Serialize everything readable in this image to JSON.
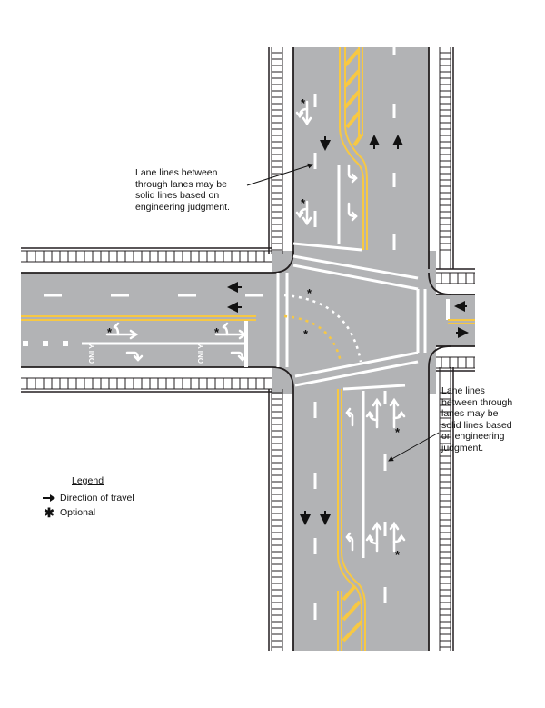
{
  "diagram": {
    "title": "Intersection lane-use pavement markings",
    "notes": {
      "top_left": "Lane lines between\nthrough lanes may be\nsolid lines based on\nengineering judgment.",
      "bottom_right": "Lane lines\nbetween through\nlanes may be\nsolid lines based\non engineering\njudgment."
    },
    "legend": {
      "title": "Legend",
      "items": [
        {
          "symbol": "arrow-right-icon",
          "label": "Direction of travel"
        },
        {
          "symbol": "asterisk-icon",
          "label": "Optional"
        }
      ]
    },
    "road_word_marking": "ONLY",
    "optional_marker": "*",
    "colors": {
      "pavement": "#b2b3b5",
      "lane_line_white": "#ffffff",
      "center_line_yellow": "#f7c843",
      "curb_line": "#231f20",
      "direction_arrow": "#111111",
      "background": "#ffffff"
    }
  }
}
